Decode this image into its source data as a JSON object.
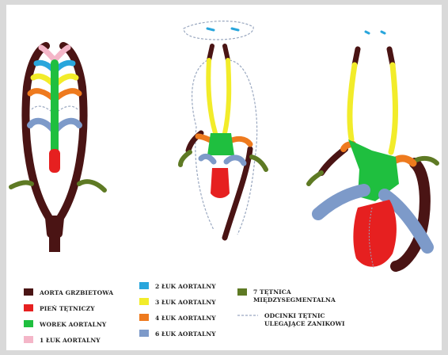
{
  "colors": {
    "aorta_grzbietowa": "#4a1414",
    "pien_tetniczy": "#e62020",
    "worek_aortalny": "#1fbf3f",
    "luk1": "#f4b6c8",
    "luk2": "#29a6dc",
    "luk3": "#f2ec2a",
    "luk4": "#ee7a1e",
    "luk6": "#7d9ac9",
    "tetnica7": "#5e7a24",
    "zanikowe": "#9aa8c0"
  },
  "legend": [
    {
      "label": "AORTA GRZBIETOWA",
      "color_key": "aorta_grzbietowa",
      "style": "box"
    },
    {
      "label": "PIEŃ TĘTNICZY",
      "color_key": "pien_tetniczy",
      "style": "box"
    },
    {
      "label": "WOREK AORTALNY",
      "color_key": "worek_aortalny",
      "style": "box"
    },
    {
      "label": "1 ŁUK AORTALNY",
      "color_key": "luk1",
      "style": "box"
    },
    {
      "label": "2 ŁUK AORTALNY",
      "color_key": "luk2",
      "style": "box"
    },
    {
      "label": "3 ŁUK AORTALNY",
      "color_key": "luk3",
      "style": "box"
    },
    {
      "label": "4 ŁUK AORTALNY",
      "color_key": "luk4",
      "style": "box"
    },
    {
      "label": "6 ŁUK AORTALNY",
      "color_key": "luk6",
      "style": "box"
    },
    {
      "label_lines": [
        "7 TĘTNICA",
        "MIĘDZYSEGMENTALNA"
      ],
      "color_key": "tetnica7",
      "style": "box"
    },
    {
      "label_lines": [
        "ODCINKI TĘTNIC",
        "ULEGAJĄCE ZANIKOWI"
      ],
      "color_key": "zanikowe",
      "style": "dash"
    }
  ]
}
